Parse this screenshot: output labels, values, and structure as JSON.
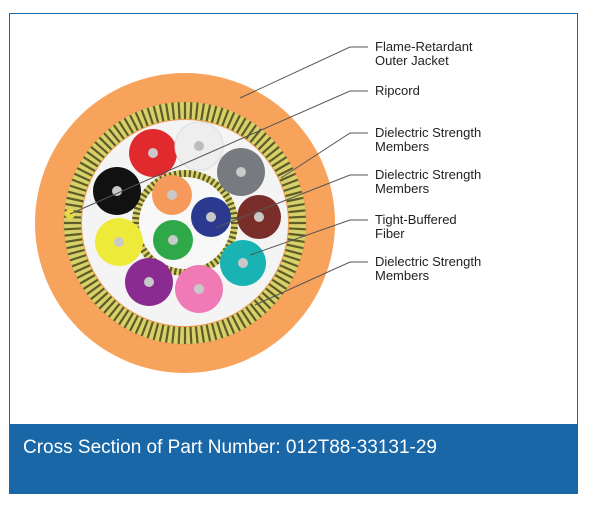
{
  "labels": [
    "Flame-Retardant\nOuter Jacket",
    "Ripcord",
    "Dielectric Strength\nMembers",
    "Dielectric Strength\nMembers",
    "Tight-Buffered\nFiber",
    "Dielectric Strength\nMembers"
  ],
  "caption": "Cross Section of Part Number: 012T88-33131-29",
  "colors": {
    "jacket": "#f7a35c",
    "armor": "#6b6a2e",
    "fiber_red": "#e02a2e",
    "fiber_white": "#eeeeee",
    "fiber_gray": "#777b80",
    "fiber_black": "#111111",
    "fiber_orange": "#f59a5a",
    "fiber_blue": "#2b3a8f",
    "fiber_brown": "#7a2e2a",
    "fiber_green": "#2fa84a",
    "fiber_yellow": "#eeea3a",
    "fiber_aqua": "#1ab3b3",
    "fiber_violet": "#8a2b91",
    "fiber_rose": "#f07ab6",
    "caption_bar": "#1a67a8"
  }
}
